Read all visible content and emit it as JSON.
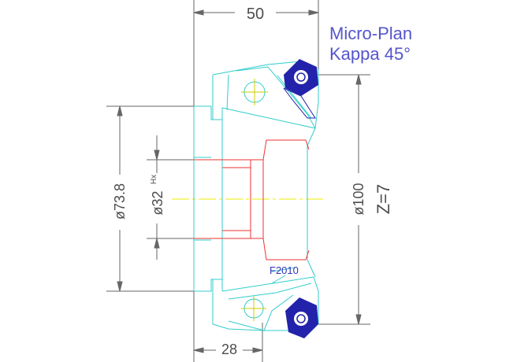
{
  "title": {
    "line1": "Micro-Plan",
    "line2": "Kappa 45°"
  },
  "dimensions": {
    "top_width": "50",
    "bottom_width": "28",
    "outer_diameter": "ø100",
    "teeth": "Z=7",
    "bore_diameter": "ø73.8",
    "shaft_diameter": "ø32",
    "shaft_tolerance": "Hx"
  },
  "insert_code": "F2010",
  "colors": {
    "outline": "#33cccc",
    "bore": "#ee3333",
    "dimension": "#666666",
    "insert": "#2222aa",
    "centerline": "#eeee00",
    "title": "#5555cc"
  }
}
